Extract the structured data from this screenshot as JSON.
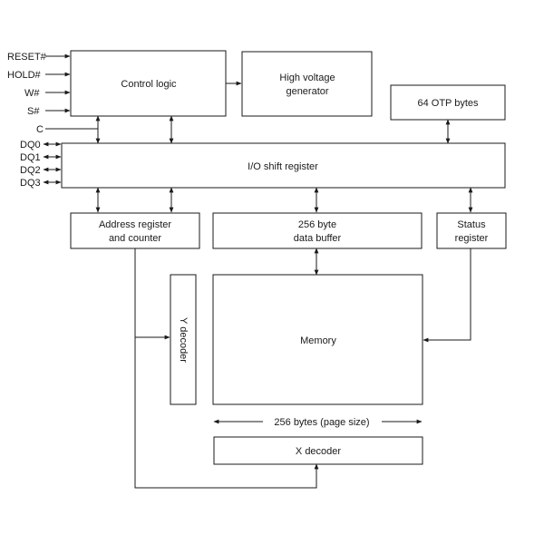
{
  "pins": {
    "reset": "RESET#",
    "hold": "HOLD#",
    "w": "W#",
    "s": "S#",
    "c": "C",
    "dq0": "DQ0",
    "dq1": "DQ1",
    "dq2": "DQ2",
    "dq3": "DQ3"
  },
  "blocks": {
    "control_logic": "Control logic",
    "high_voltage_line1": "High voltage",
    "high_voltage_line2": "generator",
    "otp": "64 OTP bytes",
    "io_shift": "I/O shift register",
    "address_line1": "Address register",
    "address_line2": "and counter",
    "buffer_line1": "256 byte",
    "buffer_line2": "data buffer",
    "status_line1": "Status",
    "status_line2": "register",
    "y_decoder": "Y decoder",
    "memory": "Memory",
    "x_decoder": "X decoder"
  },
  "page_size_label": "256 bytes (page size)"
}
